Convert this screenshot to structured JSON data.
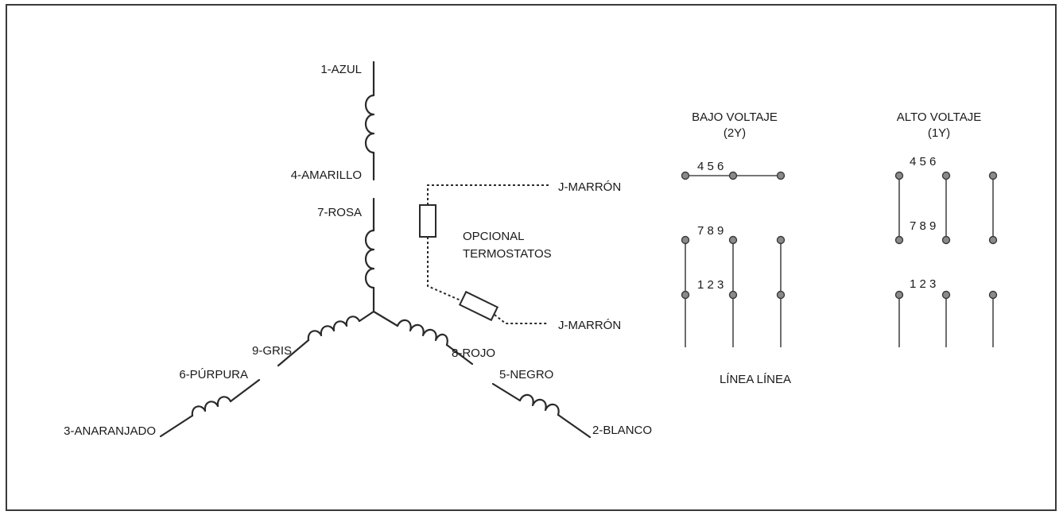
{
  "wye": {
    "leads": {
      "l1": "1-AZUL",
      "l4": "4-AMARILLO",
      "l7": "7-ROSA",
      "l9": "9-GRIS",
      "l6": "6-PÚRPURA",
      "l3": "3-ANARANJADO",
      "l8": "8-ROJO",
      "l5": "5-NEGRO",
      "l2": "2-BLANCO"
    }
  },
  "thermostat": {
    "lead_top": "J-MARRÓN",
    "lead_bottom": "J-MARRÓN",
    "label_line1": "OPCIONAL",
    "label_line2": "TERMOSTATOS"
  },
  "low_voltage": {
    "title_line1": "BAJO VOLTAJE",
    "title_line2": "(2Y)",
    "row_456": "4 5 6",
    "row_789": "7 8 9",
    "row_123": "1 2 3",
    "line_label": "LÍNEA LÍNEA"
  },
  "high_voltage": {
    "title_line1": "ALTO VOLTAJE",
    "title_line2": "(1Y)",
    "row_456": "4 5 6",
    "row_789": "7 8 9",
    "row_123": "1 2 3"
  }
}
